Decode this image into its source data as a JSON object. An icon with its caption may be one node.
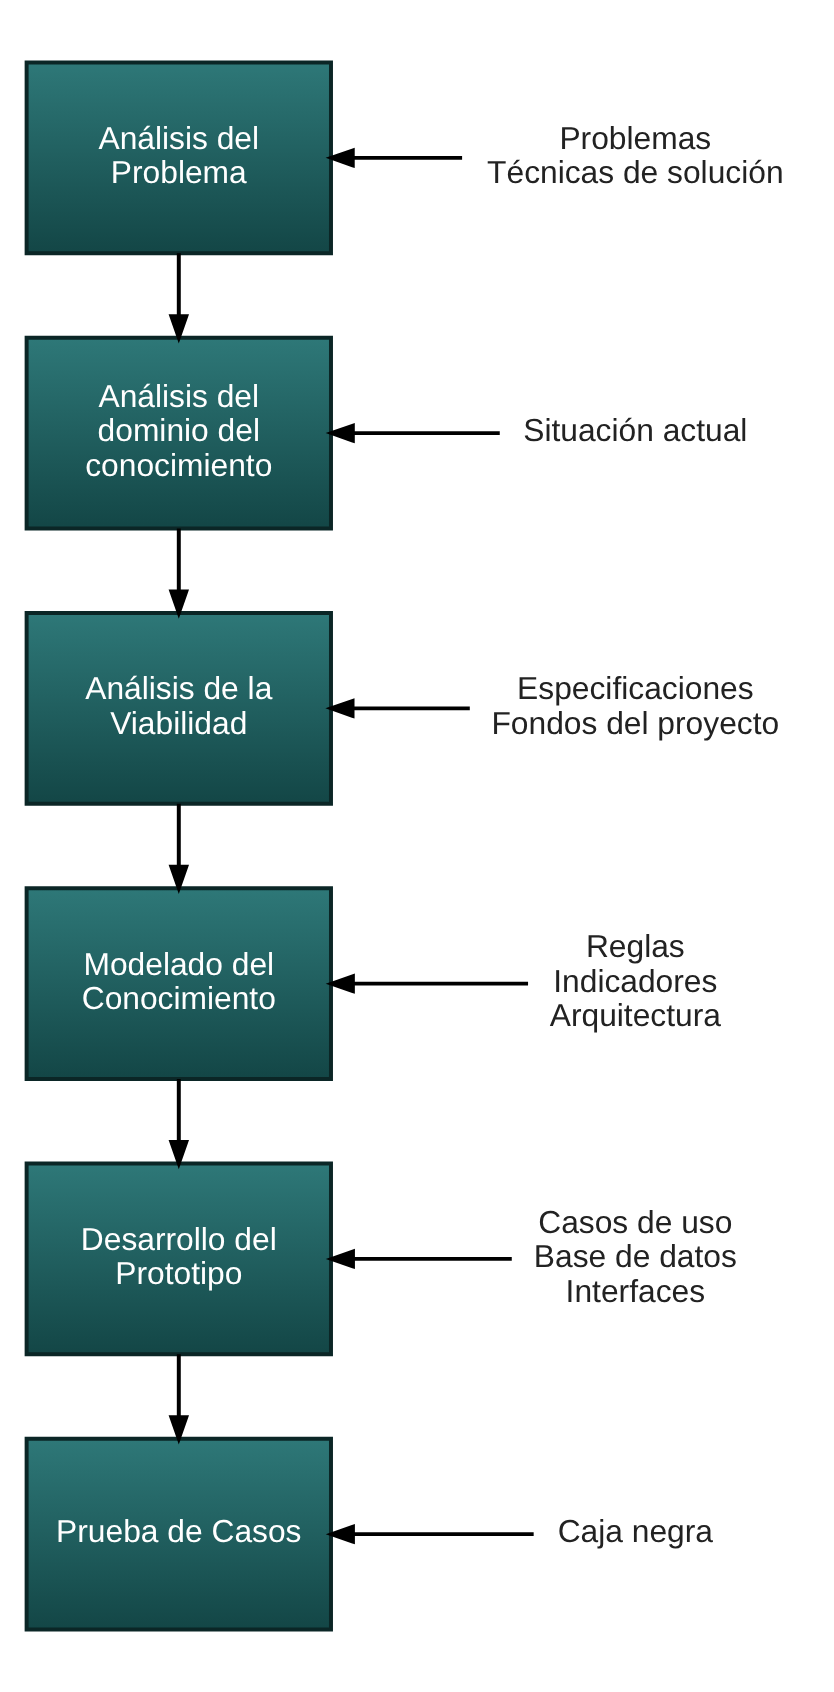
{
  "diagram": {
    "nodes": [
      {
        "text": [
          "Análisis del Problema"
        ]
      },
      {
        "text": [
          "Análisis del dominio del conocimiento"
        ]
      },
      {
        "text": [
          "Análisis de la Viabilidad"
        ]
      },
      {
        "text": [
          "Modelado del Conocimiento"
        ]
      },
      {
        "text": [
          "Desarrollo del Prototipo"
        ]
      },
      {
        "text": [
          "Prueba de Casos"
        ]
      },
      {
        "text": [
          "Problemas",
          "Técnicas de solución"
        ]
      },
      {
        "text": [
          "Situación actual"
        ]
      },
      {
        "text": [
          "Especificaciones",
          "Fondos del proyecto"
        ]
      },
      {
        "text": [
          "Reglas",
          "Indicadores",
          "Arquitectura"
        ]
      },
      {
        "text": [
          "Casos de uso",
          "Base de datos",
          "Interfaces"
        ]
      },
      {
        "text": [
          "Caja negra"
        ]
      }
    ],
    "edges": [
      {
        "from": 0,
        "to": 1,
        "arrow": "to"
      },
      {
        "from": 1,
        "to": 2,
        "arrow": "to"
      },
      {
        "from": 2,
        "to": 3,
        "arrow": "to"
      },
      {
        "from": 3,
        "to": 4,
        "arrow": "to"
      },
      {
        "from": 4,
        "to": 5,
        "arrow": "to"
      },
      {
        "from": 6,
        "to": 0,
        "arrow": "to"
      },
      {
        "from": 7,
        "to": 1,
        "arrow": "to"
      },
      {
        "from": 8,
        "to": 2,
        "arrow": "to"
      },
      {
        "from": 9,
        "to": 3,
        "arrow": "to"
      },
      {
        "from": 10,
        "to": 4,
        "arrow": "to"
      },
      {
        "from": 11,
        "to": 5,
        "arrow": "to"
      }
    ]
  }
}
